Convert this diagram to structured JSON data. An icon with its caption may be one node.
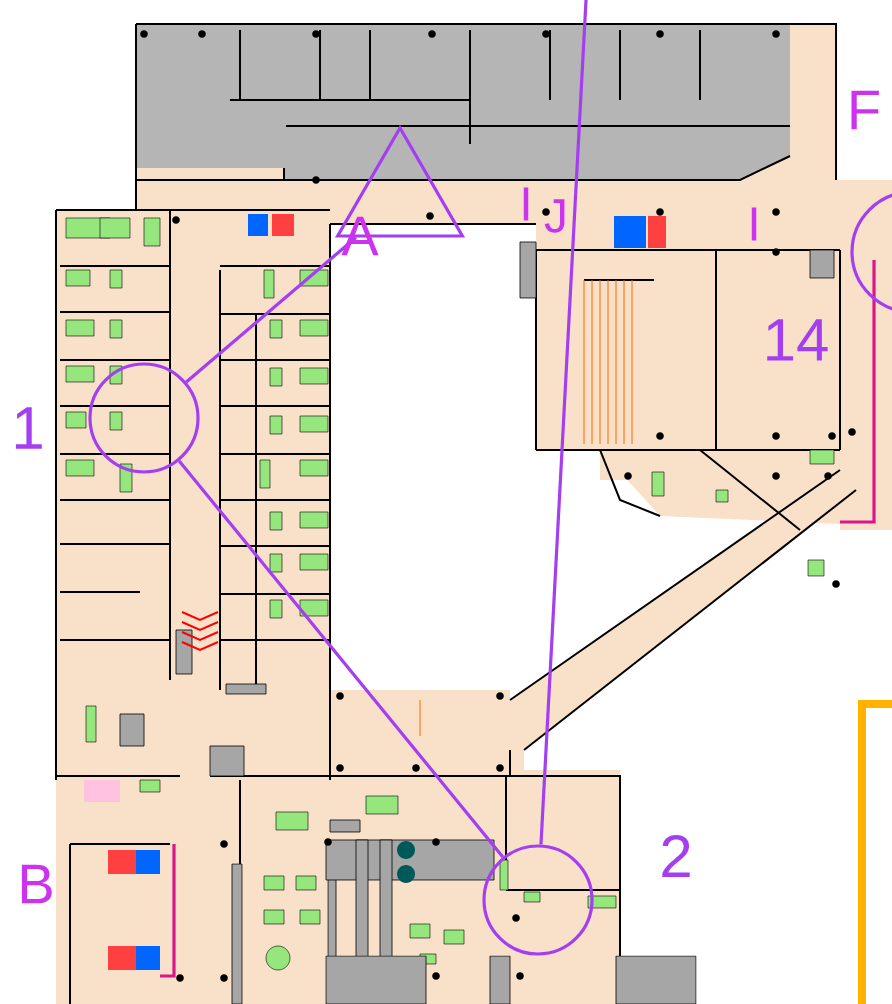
{
  "diagram": {
    "nodes": [
      {
        "text": [],
        "shape": "triangle"
      },
      {
        "text": [],
        "shape": "circle",
        "beside": [
          "1"
        ]
      },
      {
        "text": [],
        "shape": "circle",
        "beside": [
          "2"
        ]
      },
      {
        "text": [],
        "shape": "circle",
        "beside": [
          "14"
        ]
      }
    ],
    "edges": [
      {
        "from": 0,
        "to": 1,
        "arrow": "none"
      },
      {
        "from": 1,
        "to": 2,
        "arrow": "none"
      },
      {
        "from": 2,
        "to": null,
        "arrow": "none"
      }
    ],
    "labels": [
      "F",
      "I",
      "J",
      "I",
      "A",
      "B"
    ]
  }
}
